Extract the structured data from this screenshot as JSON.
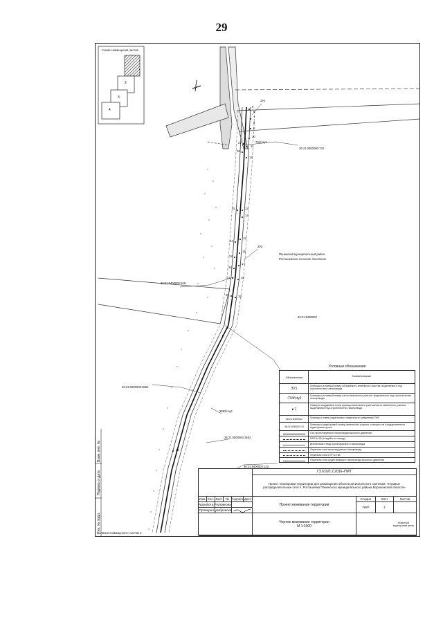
{
  "page_number": "29",
  "scheme": {
    "title": "Схема совмещения листов",
    "sheets": [
      "2",
      "3",
      "4"
    ]
  },
  "map_labels": {
    "zu2_top": "ЗУ2",
    "zu2_mid": "ЗУ2",
    "zu_734": ":734/чзу1",
    "zu_3652": ":3652/чзу1",
    "cad_734": "36:21:0000000:734",
    "cad_168": "36:21:8400002:168",
    "cad_quarter": "36:21:8400002",
    "cad_3652_left": "36:21:0000000:3652",
    "cad_3652_right": "36:21:0000000:3652",
    "cad_132": "36:21:8400002:132",
    "municipal_line1": "Панинский муниципальный район",
    "municipal_line2": "Росташевское сельское поселение",
    "match_line": "Линия совмещения с листом 2",
    "points_right": [
      "5",
      "6",
      "7",
      "8",
      "9",
      "10",
      "11",
      "12",
      "13",
      "14",
      "15",
      "16",
      "17",
      "18",
      "19"
    ],
    "points_left": [
      "20",
      "21",
      "22",
      "23",
      "24",
      "25",
      "26",
      "27",
      "28",
      "29",
      "30",
      "31"
    ]
  },
  "legend": {
    "title": "Условные обозначения",
    "header_symbol": "Обозначение",
    "header_name": "Наименование",
    "rows": [
      {
        "symbol": "ЗУ1",
        "text": "Граница и условный номер образуемого земельного участка, выделяемого под строительство газопровода"
      },
      {
        "symbol": ":734/чзу1",
        "text": "Граница и условный номер части земельного участка, выделяемого под строительство газопровода"
      },
      {
        "symbol": "● 1",
        "text": "Номер и координаты точки границы земельного участка/части земельного участка, выделяемых под строительство газопровода"
      },
      {
        "symbol": "36:21:8400002",
        "text": "Граница и номер кадастрового квартала по сведениям ГКН"
      },
      {
        "symbol": "36:21:0000000:734",
        "text": "Граница и кадастровый номер земельного участка, стоящего на государственном кадастровом учете"
      },
      {
        "symbol": "",
        "text": "Ось проектируемого газопровода высокого давления"
      },
      {
        "symbol": "",
        "text": "КЗП № 45 (Усадьба по отводу)"
      },
      {
        "symbol": "",
        "text": "Временный отвод проектируемого газопровода"
      },
      {
        "symbol": "",
        "text": "Охранная зона проектируемого газопровода"
      },
      {
        "symbol": "",
        "text": "Охранная зона ЛЭП 10 кВ"
      },
      {
        "symbol": "",
        "text": "Охранная зона существующего газопровода высокого давления"
      }
    ]
  },
  "stamp": {
    "code": "ГЗ.610/2.2.2016–ПМТ",
    "project_title": "Проект планировки территории для размещения объекта регионального значения: «Газовые распределительные сети п. Росташевка Панинского муниципального района Воронежской области»",
    "col_headers": [
      "Изм.",
      "Кол.",
      "Лист",
      "№",
      "Подпись",
      "Дата"
    ],
    "developed_label": "Разработал",
    "developed_name": "Чуприкова",
    "checked_label": "Проверил",
    "checked_name": "Дембровский",
    "doc_title": "Проект межевания территории",
    "stage_label": "Стадия",
    "sheet_label": "Лист",
    "sheets_label": "Листов",
    "stage_value": "ПМТ",
    "sheet_value": "1",
    "drawing_title": "Чертеж межевания территории",
    "scale": "М 1:2000",
    "org": "областной кадастровый центр"
  },
  "side_labels": [
    "Инв. № подл.",
    "Подпись и дата",
    "Взам. инв. №"
  ]
}
